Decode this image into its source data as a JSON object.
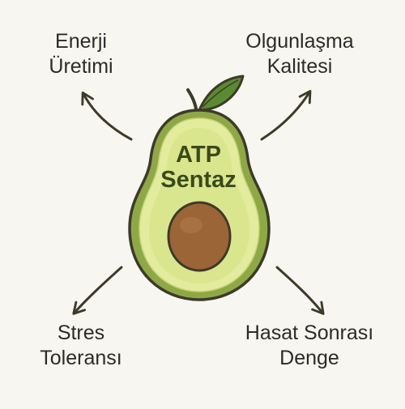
{
  "center": {
    "line1": "ATP",
    "line2": "Sentaz"
  },
  "labels": {
    "top_left": [
      "Enerji",
      "Üretimi"
    ],
    "top_right": [
      "Olgunlaşma",
      "Kalitesi"
    ],
    "bottom_left": [
      "Stres",
      "Toleransı"
    ],
    "bottom_right": [
      "Hasat Sonrası",
      "Denge"
    ]
  },
  "colors": {
    "background": "#f8f6f0",
    "skin": "#8fa846",
    "flesh": "#e3eb9c",
    "flesh_inner": "#d4e184",
    "seed": "#9b6537",
    "leaf": "#5a8a32",
    "outline": "#3d3a2a",
    "arrow": "#3d3a2a"
  }
}
